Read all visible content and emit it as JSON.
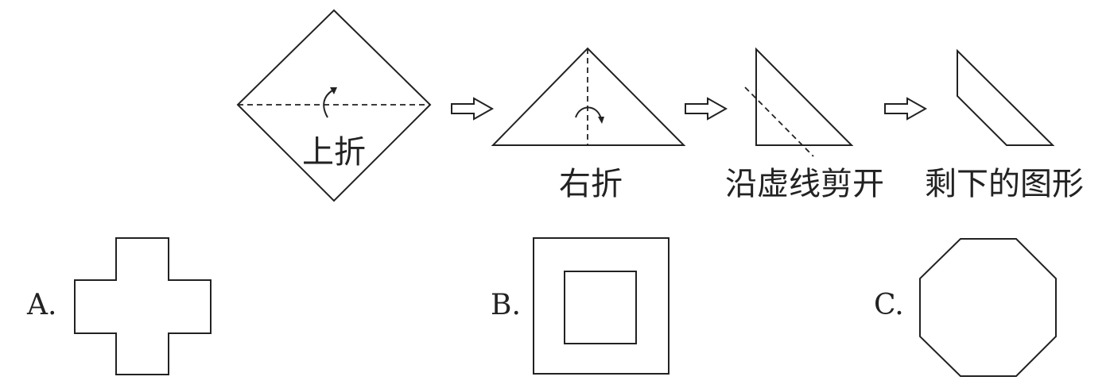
{
  "steps": [
    {
      "label": "上折"
    },
    {
      "label": "右折"
    },
    {
      "label": "沿虚线剪开"
    },
    {
      "label": "剩下的图形"
    }
  ],
  "options": [
    {
      "letter": "A.",
      "shape": "cross"
    },
    {
      "letter": "B.",
      "shape": "square-frame"
    },
    {
      "letter": "C.",
      "shape": "octagon"
    }
  ],
  "icons": [
    "curved-fold-arrow-icon",
    "hollow-right-arrow-icon"
  ]
}
